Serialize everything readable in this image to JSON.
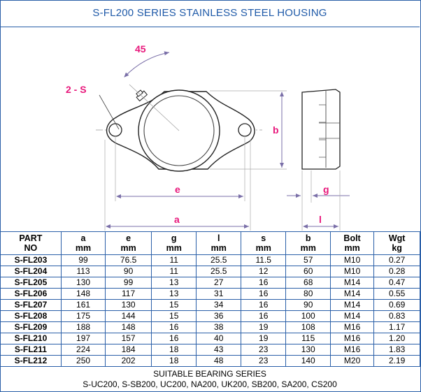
{
  "title": "S-FL200 SERIES STAINLESS STEEL HOUSING",
  "diagram_labels": {
    "angle": "45",
    "holes": "2 - S",
    "b": "b",
    "e": "e",
    "a": "a",
    "g": "g",
    "l": "l"
  },
  "colors": {
    "accent": "#e8177b",
    "border": "#2a5fa8",
    "title": "#1f5aa8",
    "dimension_line": "#8a7fb0"
  },
  "table": {
    "headers": [
      {
        "top": "PART",
        "bottom": "NO"
      },
      {
        "top": "a",
        "bottom": "mm"
      },
      {
        "top": "e",
        "bottom": "mm"
      },
      {
        "top": "g",
        "bottom": "mm"
      },
      {
        "top": "l",
        "bottom": "mm"
      },
      {
        "top": "s",
        "bottom": "mm"
      },
      {
        "top": "b",
        "bottom": "mm"
      },
      {
        "top": "Bolt",
        "bottom": "mm"
      },
      {
        "top": "Wgt",
        "bottom": "kg"
      }
    ],
    "rows": [
      [
        "S-FL203",
        "99",
        "76.5",
        "11",
        "25.5",
        "11.5",
        "57",
        "M10",
        "0.27"
      ],
      [
        "S-FL204",
        "113",
        "90",
        "11",
        "25.5",
        "12",
        "60",
        "M10",
        "0.28"
      ],
      [
        "S-FL205",
        "130",
        "99",
        "13",
        "27",
        "16",
        "68",
        "M14",
        "0.47"
      ],
      [
        "S-FL206",
        "148",
        "117",
        "13",
        "31",
        "16",
        "80",
        "M14",
        "0.55"
      ],
      [
        "S-FL207",
        "161",
        "130",
        "15",
        "34",
        "16",
        "90",
        "M14",
        "0.69"
      ],
      [
        "S-FL208",
        "175",
        "144",
        "15",
        "36",
        "16",
        "100",
        "M14",
        "0.83"
      ],
      [
        "S-FL209",
        "188",
        "148",
        "16",
        "38",
        "19",
        "108",
        "M16",
        "1.17"
      ],
      [
        "S-FL210",
        "197",
        "157",
        "16",
        "40",
        "19",
        "115",
        "M16",
        "1.20"
      ],
      [
        "S-FL211",
        "224",
        "184",
        "18",
        "43",
        "23",
        "130",
        "M16",
        "1.83"
      ],
      [
        "S-FL212",
        "250",
        "202",
        "18",
        "48",
        "23",
        "140",
        "M20",
        "2.19"
      ]
    ]
  },
  "footer": {
    "line1": "SUITABLE BEARING SERIES",
    "line2": "S-UC200, S-SB200, UC200, NA200, UK200, SB200, SA200, CS200"
  }
}
